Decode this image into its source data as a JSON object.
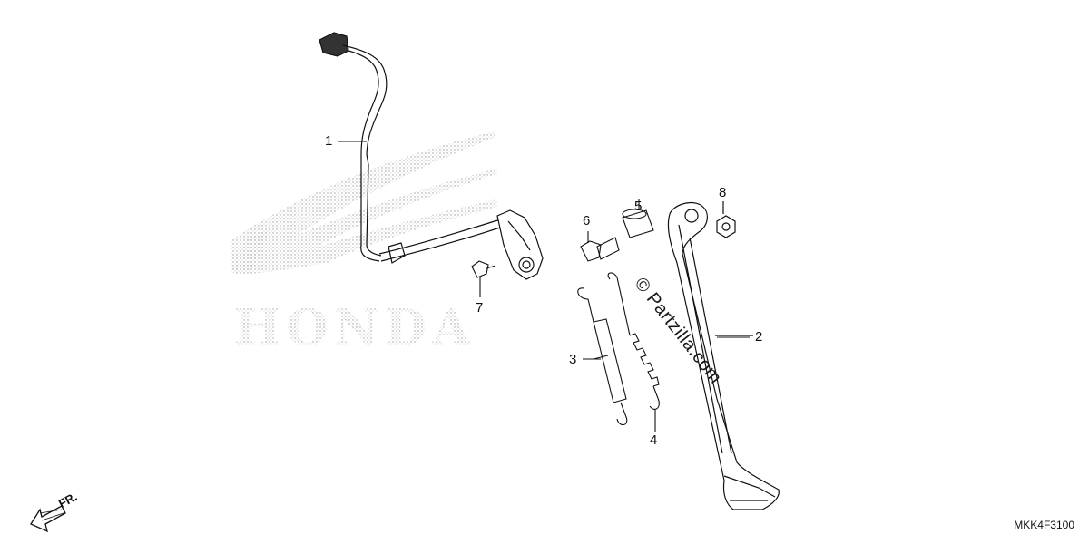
{
  "diagram": {
    "reference_code": "MKK4F3100",
    "front_indicator": "FR.",
    "watermark": "© Partzilla.com",
    "background_logo": "HONDA",
    "callouts": {
      "c1": "1",
      "c2": "2",
      "c3": "3",
      "c4": "4",
      "c5": "5",
      "c6": "6",
      "c7": "7",
      "c8": "8"
    },
    "colors": {
      "line": "#111111",
      "logo_dots": "#9a9a9a"
    }
  }
}
